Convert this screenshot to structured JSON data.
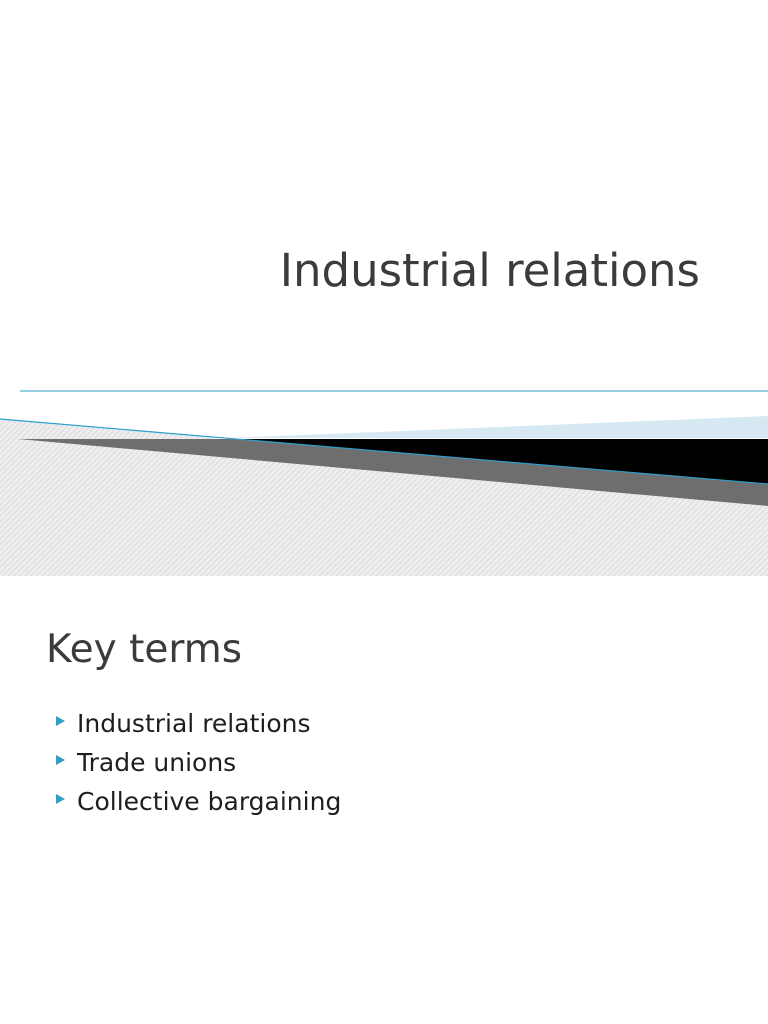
{
  "slide_title": {
    "title": "Industrial relations"
  },
  "slide_key_terms": {
    "heading": "Key terms",
    "bullet_icon": "triangle-bullet-icon",
    "accent_color": "#2e9fc9",
    "items": [
      {
        "label": "Industrial relations"
      },
      {
        "label": "Trade unions"
      },
      {
        "label": "Collective bargaining"
      }
    ]
  },
  "colors": {
    "text": "#3b3b3b",
    "accent": "#2e9fc9",
    "light_blue": "#d6e9f2",
    "band_black": "#000000",
    "band_gray": "#6e6e6e",
    "hatch": "#e6e6e6"
  }
}
